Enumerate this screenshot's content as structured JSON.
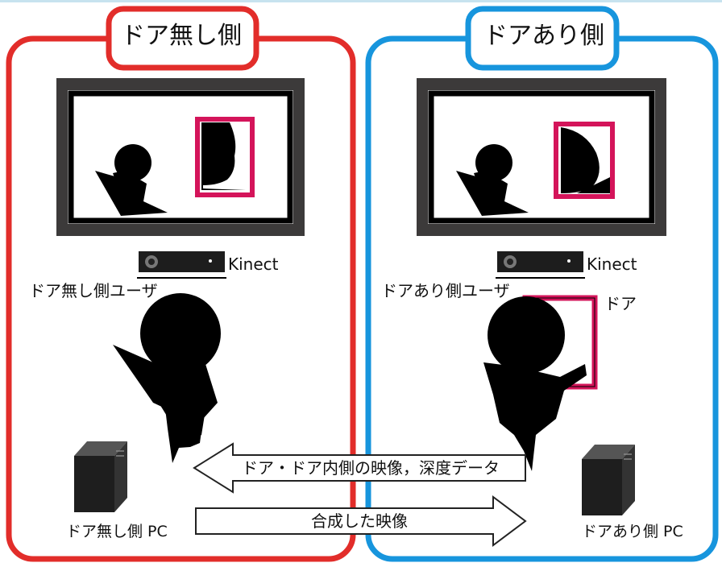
{
  "colors": {
    "left_side": "#e22d2a",
    "right_side": "#1795dd",
    "door": "#d4145a",
    "silhouette": "#000000",
    "monitor_frame": "#3c3a3a"
  },
  "left": {
    "title": "ドア無し側",
    "kinect_label": "Kinect",
    "user_label": "ドア無し側ユーザ",
    "pc_label": "ドア無し側 PC"
  },
  "right": {
    "title": "ドアあり側",
    "kinect_label": "Kinect",
    "user_label": "ドアあり側ユーザ",
    "door_label": "ドア",
    "pc_label": "ドアあり側 PC"
  },
  "arrows": {
    "to_left": "ドア・ドア内側の映像，深度データ",
    "to_right": "合成した映像"
  }
}
